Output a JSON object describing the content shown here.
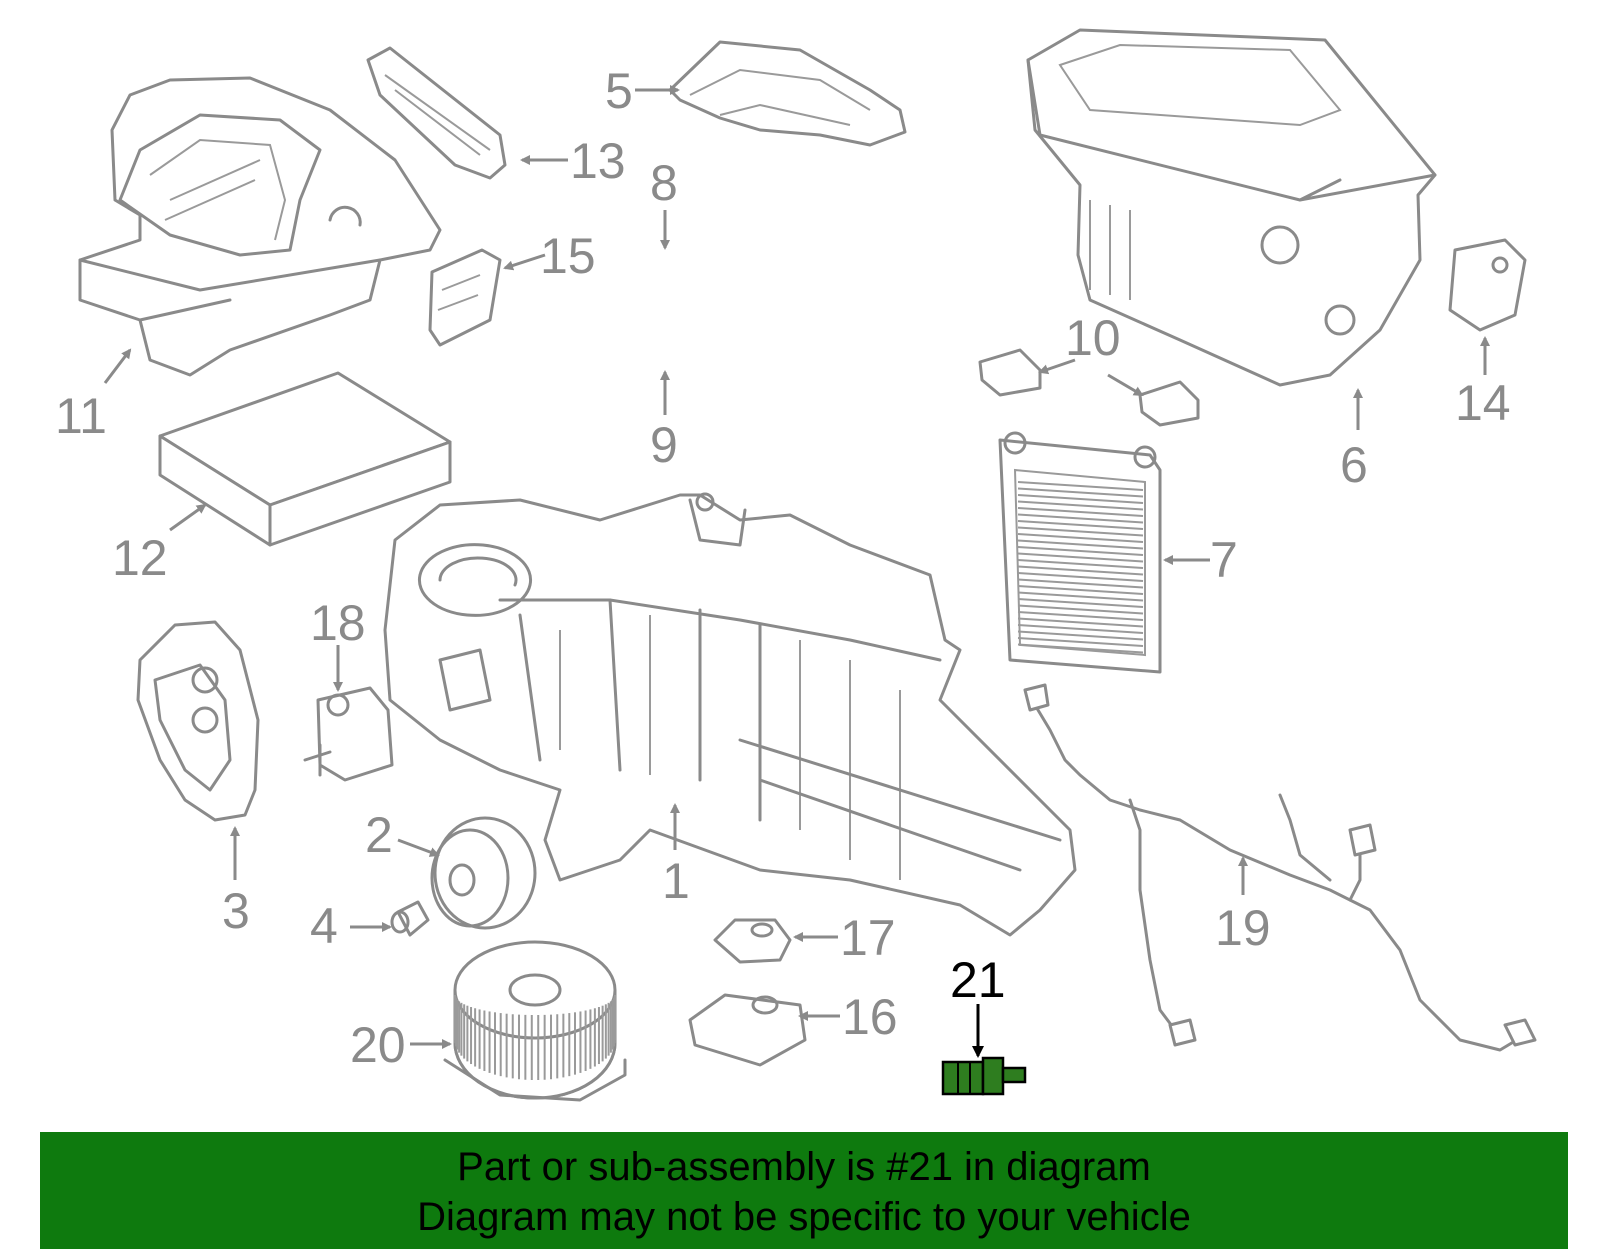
{
  "diagram": {
    "highlight_color": "#2e7d1f",
    "banner_color": "#0e7a0e",
    "callouts": {
      "c1": "1",
      "c2": "2",
      "c3": "3",
      "c4": "4",
      "c5": "5",
      "c6": "6",
      "c7": "7",
      "c8": "8",
      "c9": "9",
      "c10": "10",
      "c11": "11",
      "c12": "12",
      "c13": "13",
      "c14": "14",
      "c15": "15",
      "c16": "16",
      "c17": "17",
      "c18": "18",
      "c19": "19",
      "c20": "20",
      "c21": "21"
    }
  },
  "banner": {
    "line1": "Part or sub-assembly is #21 in diagram",
    "line2": "Diagram may not be specific to your vehicle"
  }
}
